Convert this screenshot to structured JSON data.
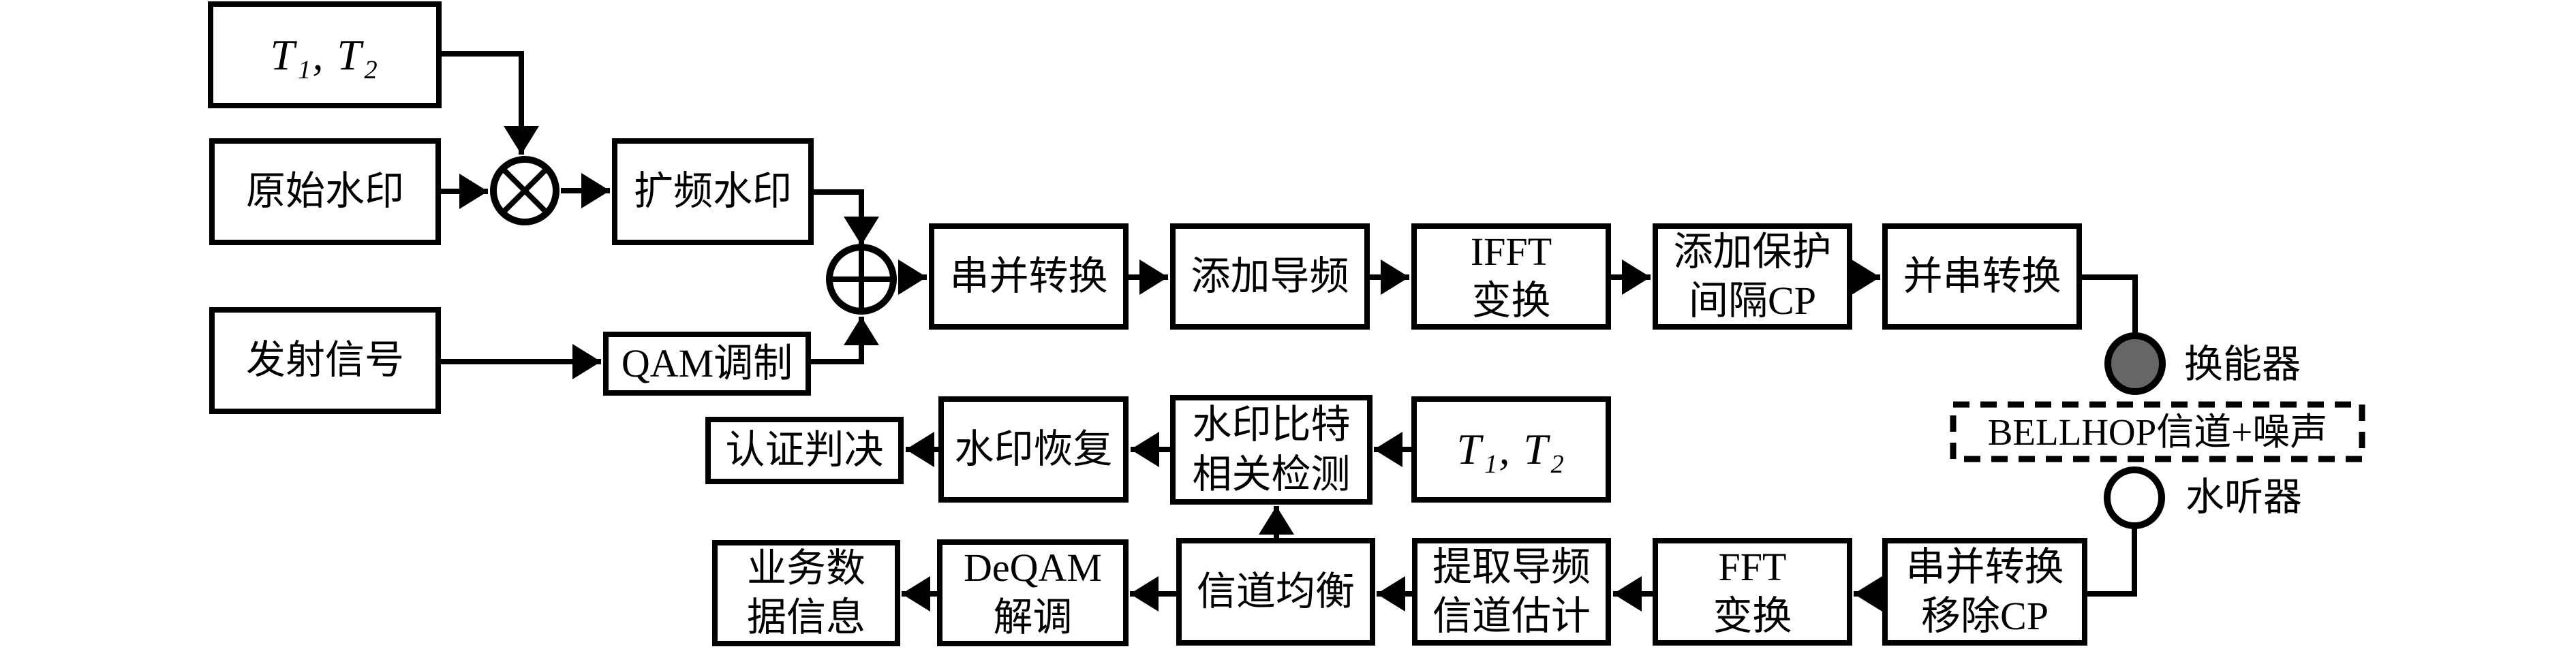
{
  "diagram_type": "ofdm-underwater-watermark-block-diagram",
  "colors": {
    "background": "#ffffff",
    "line": "#000000",
    "box_border": "#000000",
    "transducer_fill": "#666666",
    "hydrophone_fill": "#ffffff"
  },
  "nodes": {
    "t1t2_left": {
      "label": "T₁, T₂"
    },
    "original_watermark": {
      "label": "原始水印"
    },
    "transmit_signal": {
      "label": "发射信号"
    },
    "spread_watermark": {
      "label": "扩频水印"
    },
    "qam_mod": {
      "label": "QAM调制"
    },
    "serial_parallel": {
      "label": "串并转换"
    },
    "add_pilot": {
      "label": "添加导频"
    },
    "ifft": {
      "label": "IFFT\n变换"
    },
    "add_guard_cp": {
      "label": "添加保护\n间隔CP"
    },
    "parallel_serial": {
      "label": "并串转换"
    },
    "auth_decision": {
      "label": "认证判决"
    },
    "wm_recovery": {
      "label": "水印恢复"
    },
    "wm_bit_detect": {
      "label": "水印比特\n相关检测"
    },
    "t1t2_right": {
      "label": "T₁, T₂"
    },
    "service_data": {
      "label": "业务数\n据信息"
    },
    "deqam": {
      "label": "DeQAM\n解调"
    },
    "channel_eq": {
      "label": "信道均衡"
    },
    "pilot_extract": {
      "label": "提取导频\n信道估计"
    },
    "fft": {
      "label": "FFT\n变换"
    },
    "sp_remove_cp": {
      "label": "串并转换\n移除CP"
    }
  },
  "labels": {
    "transducer": "换能器",
    "hydrophone": "水听器",
    "channel_box": "BELLHOP信道+噪声"
  },
  "symbols": {
    "multiplier": "multiply-circle",
    "adder": "plus-circle"
  }
}
